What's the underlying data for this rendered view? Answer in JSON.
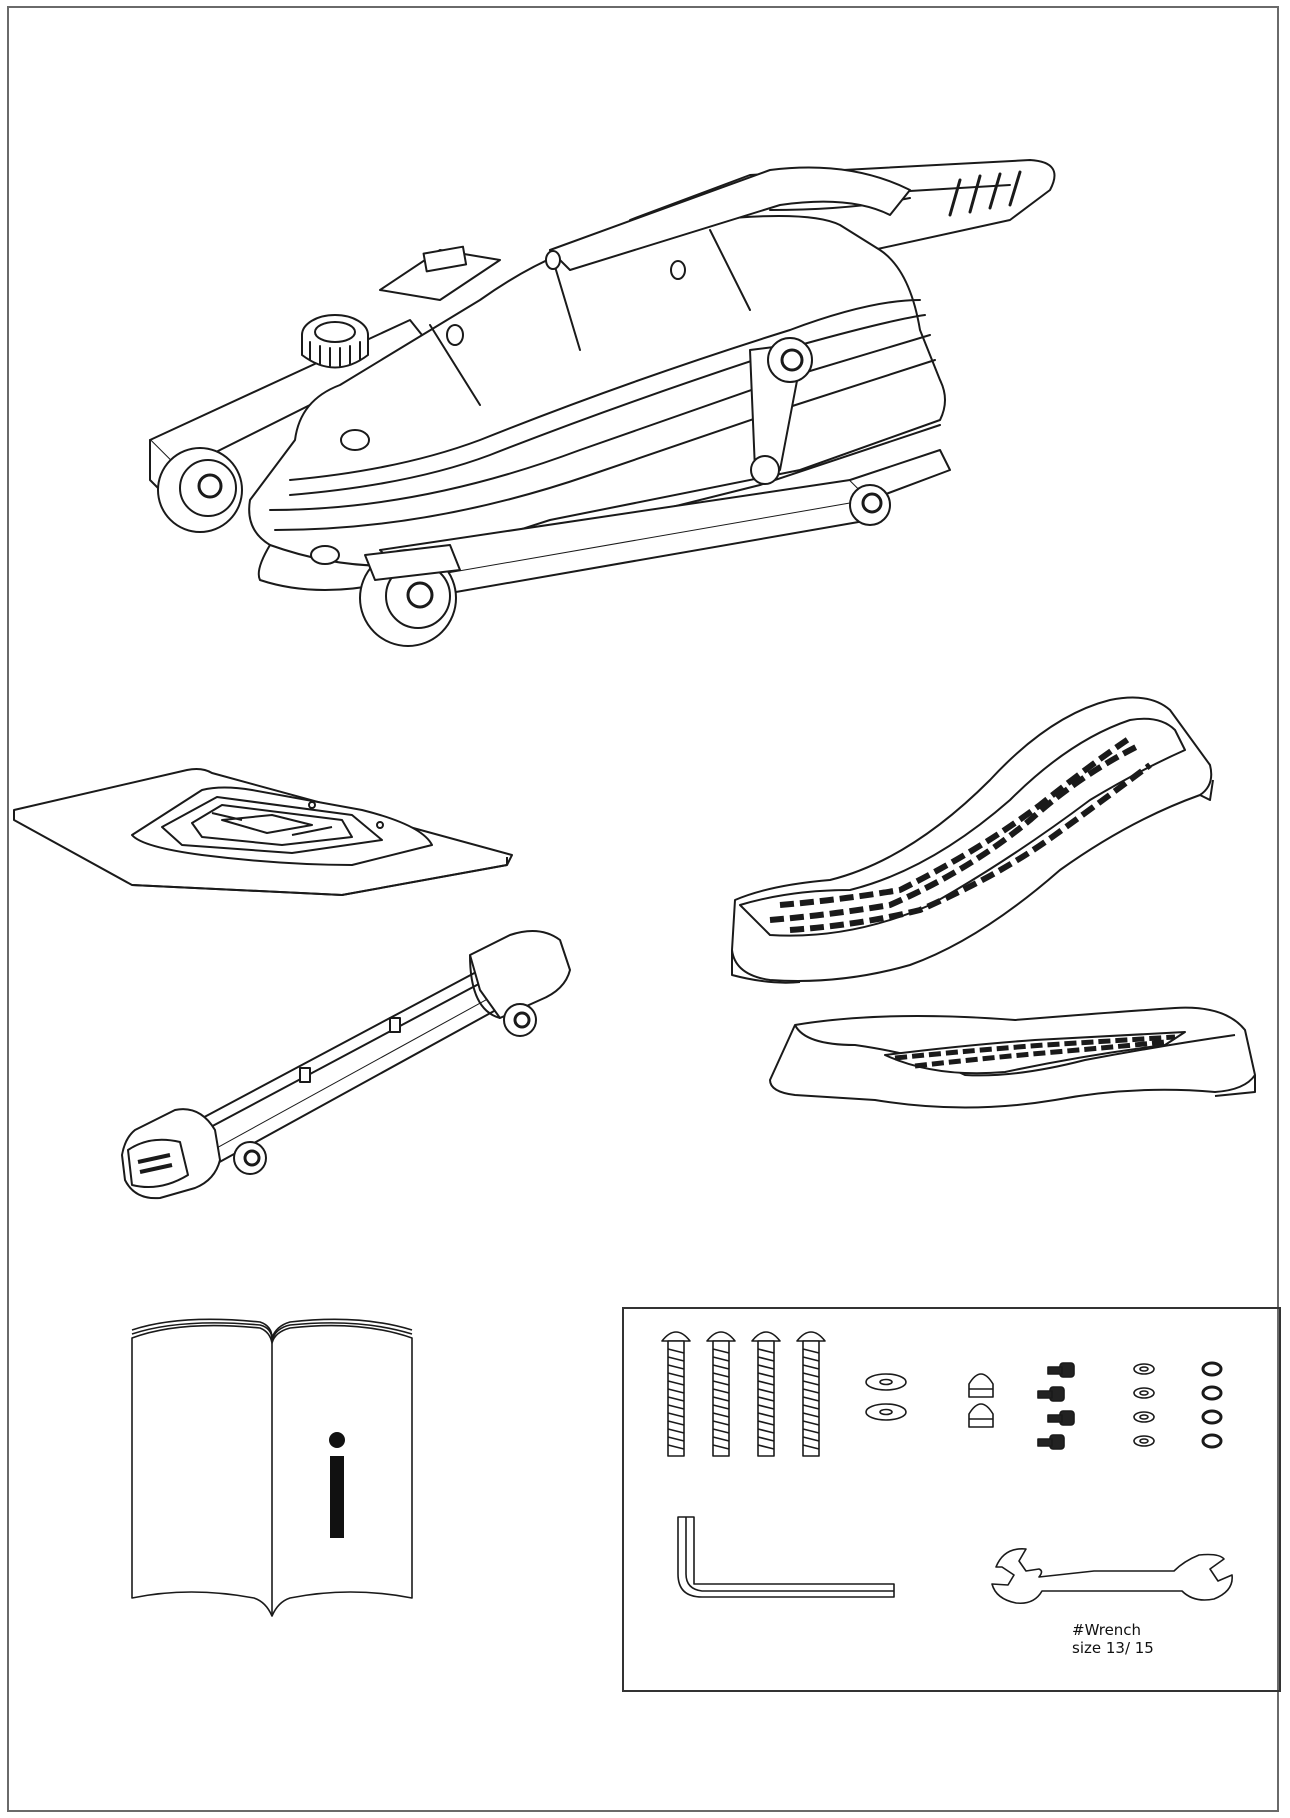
{
  "parts": {
    "main_unit": "main-unit-elliptical-body",
    "floor_plate": "stabilizer-plate",
    "crossbar": "rear-stabilizer-bar",
    "pedal_right": "pedal",
    "pedal_left": "pedal",
    "manual": "info-manual-icon",
    "hardware_kit": "hardware-kit"
  },
  "manual": {
    "glyph": "i"
  },
  "hardware": {
    "wrench_label_line1": "#Wrench",
    "wrench_label_line2": "size 13/ 15"
  }
}
